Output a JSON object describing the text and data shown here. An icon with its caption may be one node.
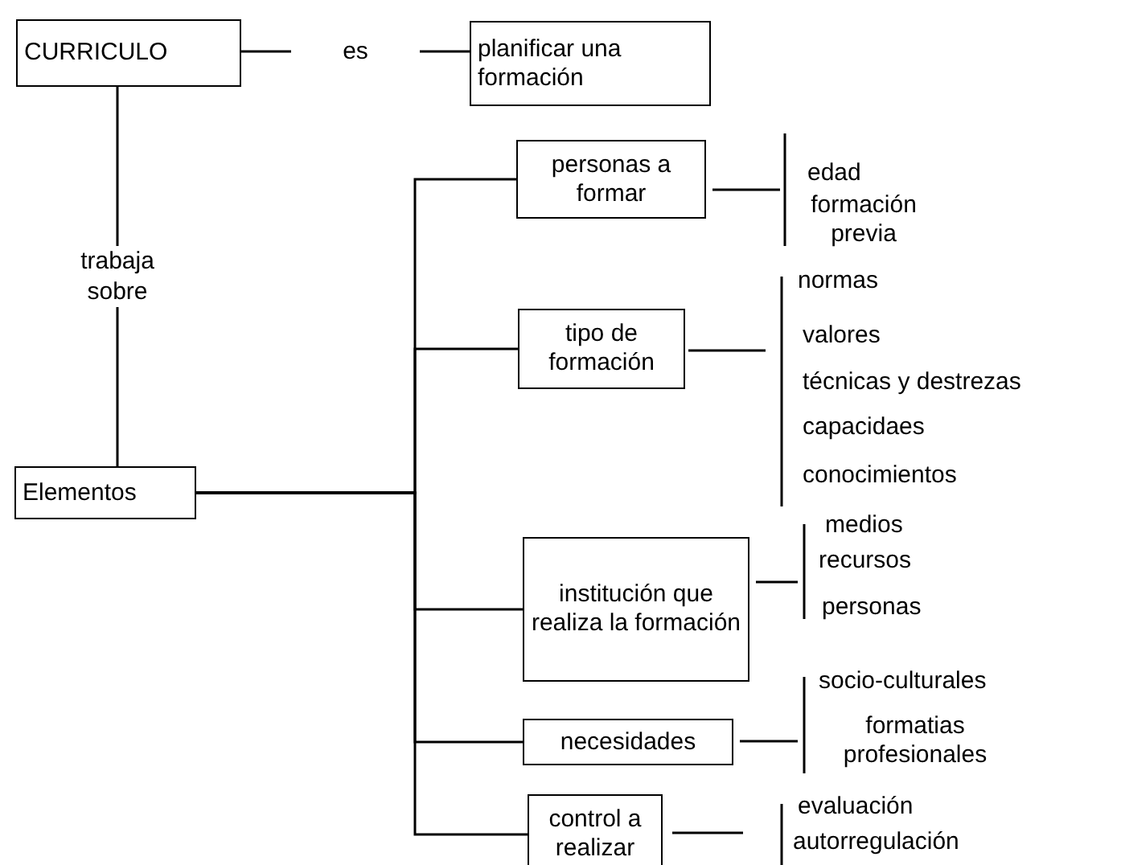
{
  "diagram": {
    "nodes": [
      {
        "text": [
          "CURRICULO"
        ]
      },
      {
        "text": [
          "planificar una formación"
        ]
      },
      {
        "text": [
          "Elementos"
        ]
      },
      {
        "text": [
          "personas a formar"
        ]
      },
      {
        "text": [
          "tipo de formación"
        ]
      },
      {
        "text": [
          "institución que realiza la formación"
        ]
      },
      {
        "text": [
          "necesidades"
        ]
      },
      {
        "text": [
          "control a realizar"
        ]
      }
    ],
    "edges": [
      {
        "from": 0,
        "to": 1,
        "arrow": "none",
        "label": "es"
      },
      {
        "from": 0,
        "to": 2,
        "arrow": "none",
        "label": "trabaja sobre"
      },
      {
        "from": 2,
        "to": 3,
        "arrow": "none"
      },
      {
        "from": 2,
        "to": 4,
        "arrow": "none"
      },
      {
        "from": 2,
        "to": 5,
        "arrow": "none"
      },
      {
        "from": 2,
        "to": 6,
        "arrow": "none"
      },
      {
        "from": 2,
        "to": 7,
        "arrow": "none"
      }
    ],
    "labels": [
      "edad",
      "formación previa",
      "normas",
      "valores",
      "técnicas y destrezas",
      "capacidaes",
      "conocimientos",
      "medios",
      "recursos",
      "personas",
      "socio-culturales",
      "formatias profesionales",
      "evaluación",
      "autorregulación"
    ]
  }
}
